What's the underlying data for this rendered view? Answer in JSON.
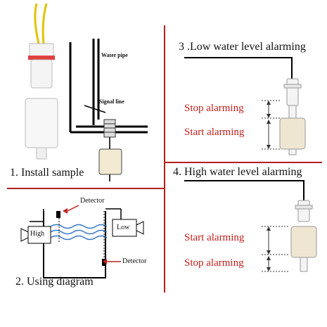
{
  "install": {
    "title": "1. Install sample",
    "water_pipe": "Water pipe",
    "signal_line": "Signal line"
  },
  "diagram": {
    "title": "2. Using  diagram",
    "detector_top": "Detector",
    "detector_bottom": "Detector",
    "high": "High",
    "low": "Low"
  },
  "low_alarm": {
    "title": "3 .Low water level alarming",
    "stop": "Stop alarming",
    "start": "Start alarming"
  },
  "high_alarm": {
    "title": "4. High water level alarming",
    "start": "Start alarming",
    "stop": "Stop alarming"
  },
  "colors": {
    "divider": "#b0201c",
    "alarm_text": "#c0201c",
    "float_body": "#efe6d2",
    "sensor_white": "#f4f4f4",
    "wire_yellow": "#e0c400",
    "water_blue": "#3a78c8"
  }
}
